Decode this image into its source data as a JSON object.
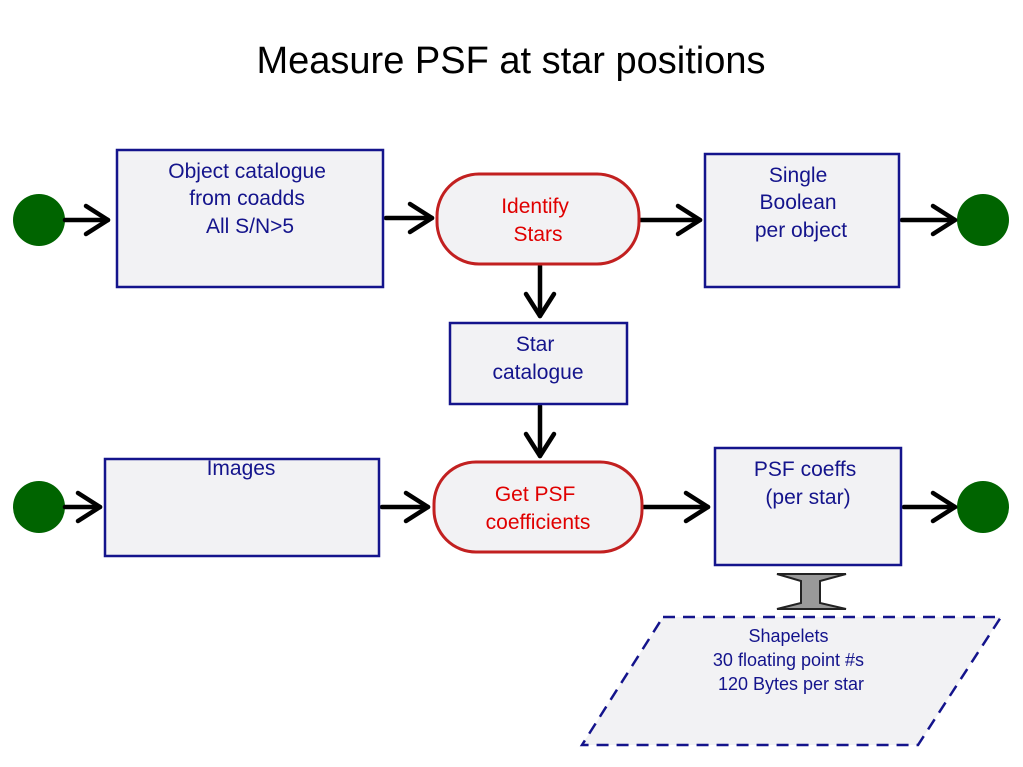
{
  "title": "Measure PSF at star positions",
  "colors": {
    "box_fill": "#f2f2f4",
    "box_stroke": "#14148c",
    "process_stroke": "#c22020",
    "process_text": "#e00000",
    "box_text": "#14148c",
    "terminal": "#006400",
    "arrow": "#000000",
    "double_arrow": "#999999"
  },
  "nodes": {
    "object_catalogue": {
      "lines": [
        "Object catalogue",
        "from coadds",
        "All S/N>5"
      ]
    },
    "identify_stars": {
      "lines": [
        "Identify",
        "Stars"
      ]
    },
    "boolean_output": {
      "lines": [
        "Single",
        "Boolean",
        "per object"
      ]
    },
    "star_catalogue": {
      "lines": [
        "Star",
        "catalogue"
      ]
    },
    "images": {
      "lines": [
        "Images"
      ]
    },
    "get_psf": {
      "lines": [
        "Get PSF",
        "coefficients"
      ]
    },
    "psf_coeffs": {
      "lines": [
        "PSF coeffs",
        "(per star)"
      ]
    },
    "shapelets": {
      "lines": [
        "Shapelets",
        "30 floating point #s",
        "120 Bytes per star"
      ]
    }
  }
}
